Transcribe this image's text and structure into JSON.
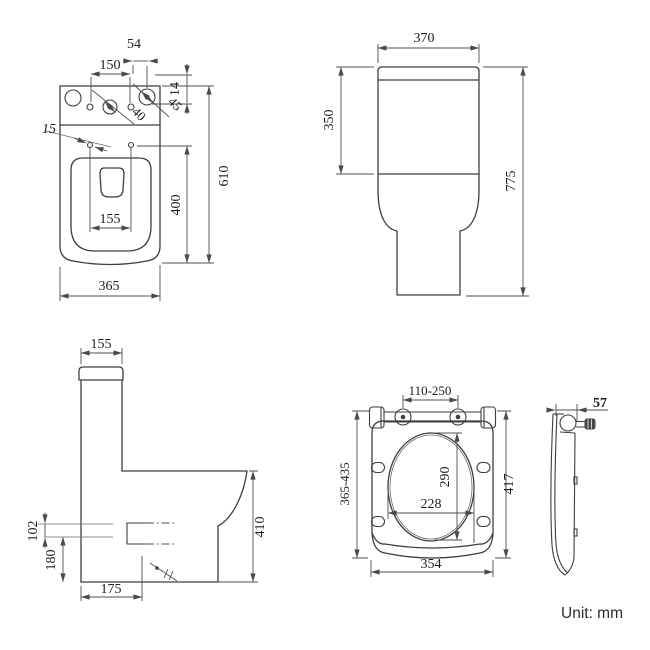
{
  "unit_label": "Unit: mm",
  "colors": {
    "line": "#3e3e3e",
    "dimension": "#4f4f4f",
    "text": "#1d1d1d",
    "background": "#ffffff"
  },
  "plan": {
    "v150": "150",
    "v54": "54",
    "v14": "14",
    "v45": "45",
    "v40": "40",
    "v15": "15",
    "v155": "155",
    "v400": "400",
    "v610": "610",
    "v365": "365"
  },
  "front": {
    "v370": "370",
    "v350": "350",
    "v775": "775"
  },
  "side": {
    "v155": "155",
    "v102": "102",
    "v180": "180",
    "v175": "175",
    "v410": "410"
  },
  "seat_top": {
    "v110_250": "110-250",
    "v365_435": "365-435",
    "v290": "290",
    "v228": "228",
    "v417": "417",
    "v354": "354"
  },
  "seat_side": {
    "v57": "57"
  }
}
